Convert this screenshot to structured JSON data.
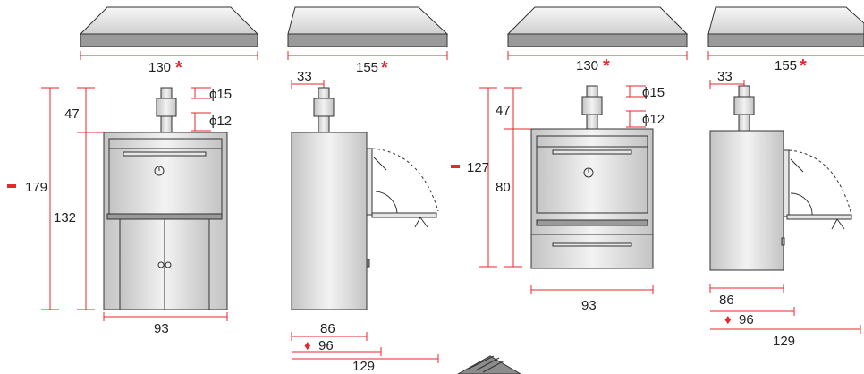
{
  "colors": {
    "dimension_line": "#e8262b",
    "steel_light": "#f2f2f2",
    "steel_dark": "#b5b5b5"
  },
  "views": [
    {
      "hood_width": "130",
      "hood_mark": "*",
      "total_height_mark": "-",
      "total_height": "179",
      "chimney_height": "47",
      "body_height": "132",
      "flue_outer": "ϕ15",
      "flue_inner": "ϕ12",
      "base_width": "93"
    },
    {
      "hood_depth": "155",
      "hood_mark": "*",
      "flue_offset": "33",
      "body_depth": "86",
      "open_mark": "♦",
      "open_depth": "96",
      "max_depth": "129"
    },
    {
      "hood_width": "130",
      "hood_mark": "*",
      "total_height_mark": "-",
      "total_height": "127",
      "chimney_height": "47",
      "body_height": "80",
      "flue_outer": "ϕ15",
      "flue_inner": "ϕ12",
      "base_width": "93"
    },
    {
      "hood_depth": "155",
      "hood_mark": "*",
      "flue_offset": "33",
      "body_depth": "86",
      "open_mark": "♦",
      "open_depth": "96",
      "max_depth": "129"
    }
  ]
}
